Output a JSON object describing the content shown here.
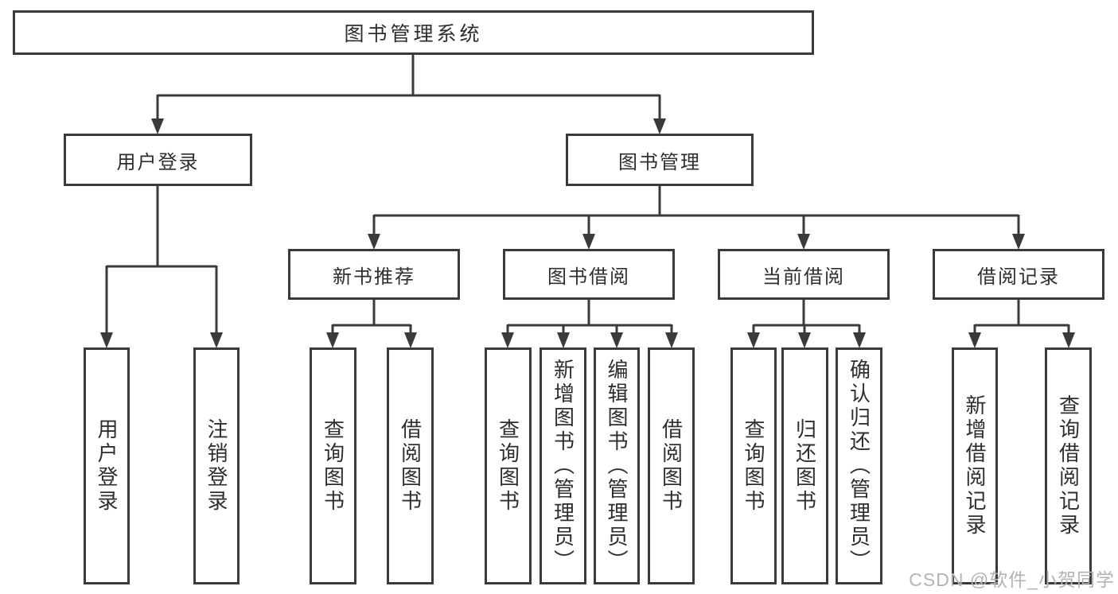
{
  "nodes": {
    "root": "图书管理系统",
    "user_login": "用户登录",
    "book_mgmt": "图书管理",
    "new_books": "新书推荐",
    "book_borrow": "图书借阅",
    "current_borrow": "当前借阅",
    "borrow_records": "借阅记录"
  },
  "leaves": {
    "user_login": [
      "用户登录",
      "注销登录"
    ],
    "new_books": [
      "查询图书",
      "借阅图书"
    ],
    "book_borrow": [
      "查询图书",
      "新增图书（管理员）",
      "编辑图书（管理员）",
      "借阅图书"
    ],
    "current_borrow": [
      "查询图书",
      "归还图书",
      "确认归还（管理员）"
    ],
    "borrow_records": [
      "新增借阅记录",
      "查询借阅记录"
    ]
  },
  "watermark": "CSDN @软件_小贺同学",
  "colors": {
    "line": "#3a3a3a",
    "text": "#2e2e2e",
    "watermark": "#b3b3b7",
    "bg": "#ffffff"
  }
}
